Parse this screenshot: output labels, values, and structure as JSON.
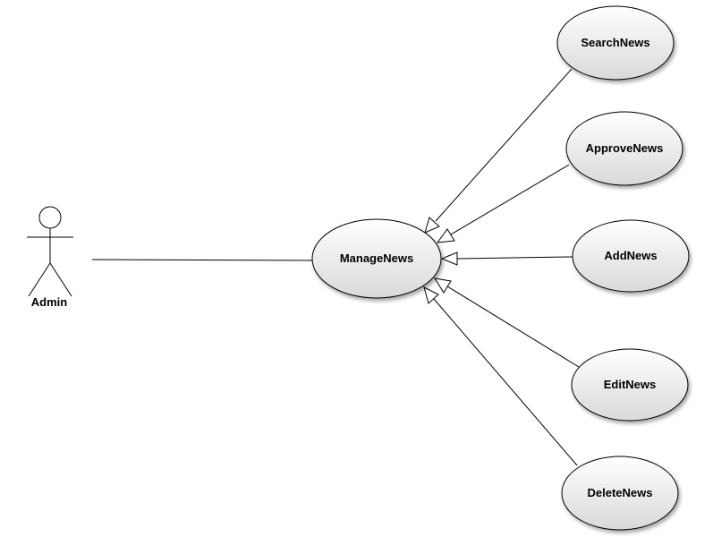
{
  "diagram": {
    "type": "use-case",
    "actor": {
      "name": "Admin"
    },
    "central_use_case": {
      "name": "ManageNews"
    },
    "use_cases": [
      {
        "id": "search",
        "name": "SearchNews"
      },
      {
        "id": "approve",
        "name": "ApproveNews"
      },
      {
        "id": "add",
        "name": "AddNews"
      },
      {
        "id": "edit",
        "name": "EditNews"
      },
      {
        "id": "delete",
        "name": "DeleteNews"
      }
    ],
    "relations": [
      {
        "from": "Admin",
        "to": "ManageNews",
        "kind": "association"
      },
      {
        "from": "SearchNews",
        "to": "ManageNews",
        "kind": "generalization"
      },
      {
        "from": "ApproveNews",
        "to": "ManageNews",
        "kind": "generalization"
      },
      {
        "from": "AddNews",
        "to": "ManageNews",
        "kind": "generalization"
      },
      {
        "from": "EditNews",
        "to": "ManageNews",
        "kind": "generalization"
      },
      {
        "from": "DeleteNews",
        "to": "ManageNews",
        "kind": "generalization"
      }
    ],
    "colors": {
      "line": "#000000",
      "ellipse_fill_light": "#ffffff",
      "ellipse_fill_dark": "#d9d9d9",
      "shadow": "#c8c8c8"
    }
  }
}
